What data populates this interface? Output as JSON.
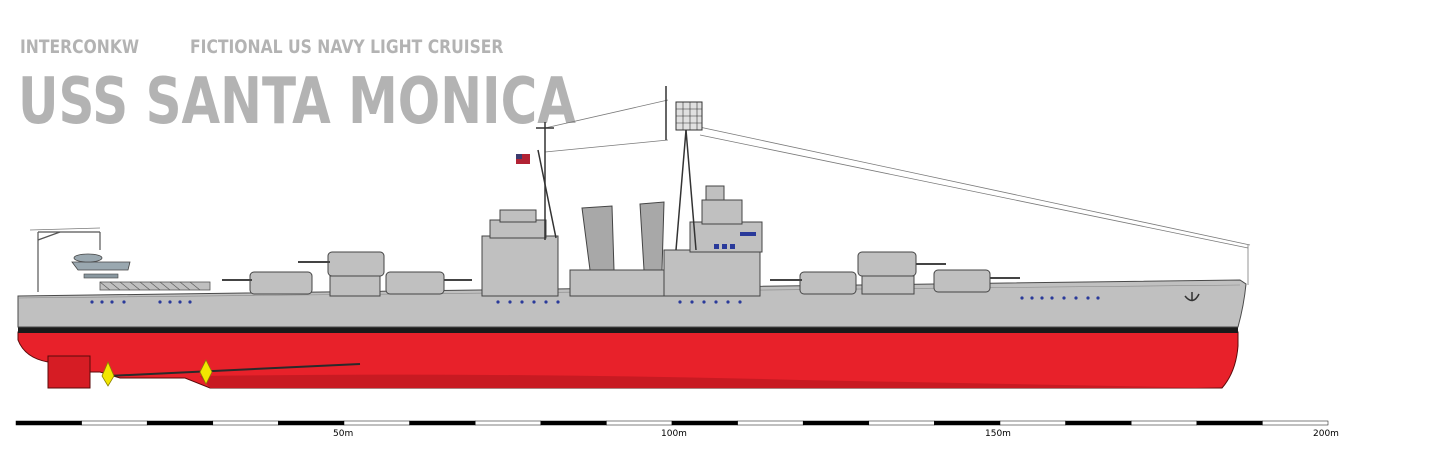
{
  "header": {
    "author": "INTERCONKW",
    "subtitle": "FICTIONAL US NAVY LIGHT CRUISER",
    "ship_name": "USS SANTA MONICA"
  },
  "scale_bar": {
    "labels": [
      "50m",
      "100m",
      "150m",
      "200m"
    ]
  },
  "colors": {
    "hull_upper": "#c0c0c0",
    "hull_lower": "#e8212a",
    "boot_top": "#1a1a1a",
    "title_gray": "#b3b3b3",
    "propeller": "#f2e600",
    "porthole": "#2a3a9a"
  }
}
